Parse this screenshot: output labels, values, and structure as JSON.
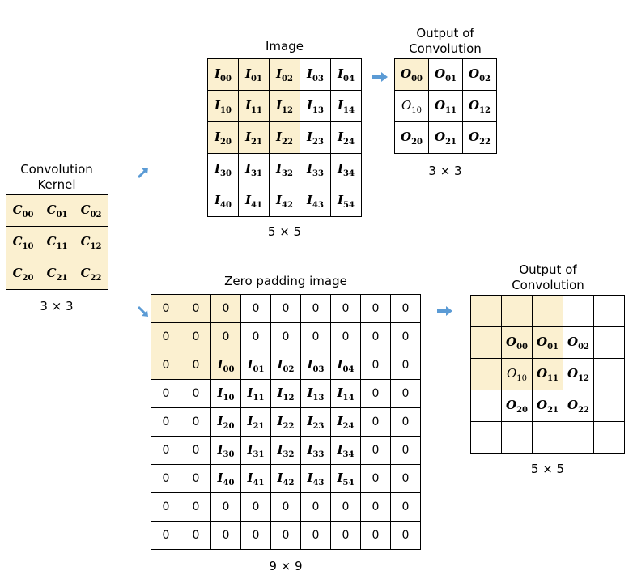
{
  "kernel": {
    "title_line1": "Convolution",
    "title_line2": "Kernel",
    "size_label": "3 × 3",
    "letter": "C",
    "rows": [
      [
        "00",
        "01",
        "02"
      ],
      [
        "10",
        "11",
        "12"
      ],
      [
        "20",
        "21",
        "22"
      ]
    ]
  },
  "image": {
    "title": "Image",
    "size_label": "5 × 5",
    "letter": "I",
    "rows": [
      [
        "00",
        "01",
        "02",
        "03",
        "04"
      ],
      [
        "10",
        "11",
        "12",
        "13",
        "14"
      ],
      [
        "20",
        "21",
        "22",
        "23",
        "24"
      ],
      [
        "30",
        "31",
        "32",
        "33",
        "34"
      ],
      [
        "40",
        "41",
        "42",
        "43",
        "54"
      ]
    ]
  },
  "output_top": {
    "title_line1": "Output of",
    "title_line2": "Convolution",
    "size_label": "3 × 3",
    "letter": "O",
    "rows": [
      [
        "00",
        "01",
        "02"
      ],
      [
        "10",
        "11",
        "12"
      ],
      [
        "20",
        "21",
        "22"
      ]
    ]
  },
  "padded": {
    "title": "Zero padding image",
    "size_label": "9 × 9",
    "zero": "0"
  },
  "output_bottom": {
    "title_line1": "Output of",
    "title_line2": "Convolution",
    "size_label": "5 × 5"
  },
  "colors": {
    "highlight": "#fbf0d0",
    "arrow": "#5b9bd5",
    "border": "#000000"
  }
}
